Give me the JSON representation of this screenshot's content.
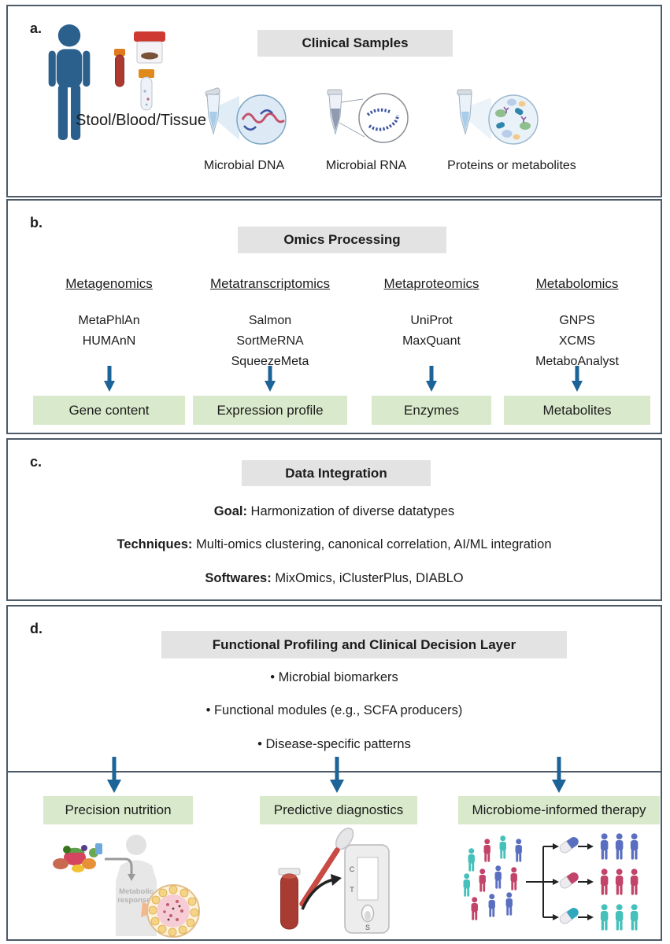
{
  "colors": {
    "panel_border": "#4e5a67",
    "header_bg": "#e3e3e3",
    "output_green": "#d9e9cb",
    "flow_arrow_blue": "#1c6397",
    "person_blue": "#2b608d",
    "therapy_blue": "#5b6fc0",
    "therapy_red": "#c2446a",
    "therapy_teal": "#45c0ba"
  },
  "panel_a": {
    "label": "a.",
    "header": "Clinical Samples",
    "source_label": "Stool/Blood/Tissue",
    "samples": [
      {
        "label": "Microbial DNA"
      },
      {
        "label": "Microbial RNA"
      },
      {
        "label": "Proteins or metabolites"
      }
    ]
  },
  "panel_b": {
    "label": "b.",
    "header": "Omics Processing",
    "columns": [
      {
        "title": "Metagenomics",
        "tools": [
          "MetaPhlAn",
          "HUMAnN"
        ],
        "output": "Gene content"
      },
      {
        "title": "Metatranscriptomics",
        "tools": [
          "Salmon",
          "SortMeRNA",
          "SqueezeMeta"
        ],
        "output": "Expression profile"
      },
      {
        "title": "Metaproteomics",
        "tools": [
          "UniProt",
          "MaxQuant"
        ],
        "output": "Enzymes"
      },
      {
        "title": "Metabolomics",
        "tools": [
          "GNPS",
          "XCMS",
          "MetaboAnalyst"
        ],
        "output": "Metabolites"
      }
    ]
  },
  "panel_c": {
    "label": "c.",
    "header": "Data Integration",
    "rows": [
      {
        "prefix": "Goal:",
        "text": " Harmonization of diverse datatypes"
      },
      {
        "prefix": "Techniques:",
        "text": " Multi-omics clustering, canonical correlation, AI/ML integration"
      },
      {
        "prefix": "Softwares:",
        "text": " MixOmics, iClusterPlus, DIABLO"
      }
    ]
  },
  "panel_d": {
    "label": "d.",
    "header": "Functional Profiling and Clinical Decision Layer",
    "bullets": [
      "• Microbial biomarkers",
      "• Functional modules (e.g., SCFA producers)",
      "• Disease-specific patterns"
    ]
  },
  "outcomes": {
    "items": [
      {
        "label": "Precision nutrition"
      },
      {
        "label": "Predictive diagnostics"
      },
      {
        "label": "Microbiome-informed therapy"
      }
    ],
    "nutrition_note_line1": "Metabolic",
    "nutrition_note_line2": "responses",
    "lft": {
      "c": "C",
      "t": "T",
      "s": "S"
    }
  }
}
